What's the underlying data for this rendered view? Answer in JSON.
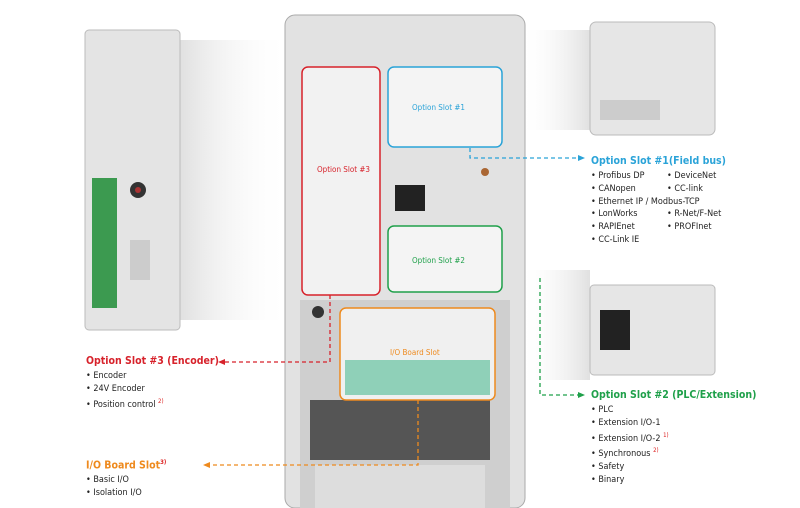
{
  "colors": {
    "slot1": "#2aa3d8",
    "slot2": "#1fa04a",
    "slot3": "#d7222b",
    "io": "#ee8a1e"
  },
  "device_labels": {
    "slot3": "Option Slot #3",
    "slot1": "Option Slot #1",
    "slot2": "Option Slot #2",
    "io": "I/O Board Slot"
  },
  "slot1": {
    "title": "Option Slot #1(Field bus)",
    "items": [
      "Profibus DP",
      "DeviceNet",
      "CANopen",
      "CC-link",
      "Ethernet IP / Modbus-TCP",
      "LonWorks",
      "R-Net/F-Net",
      "RAPIEnet",
      "PROFInet",
      "CC-Link IE"
    ]
  },
  "slot3": {
    "title": "Option Slot #3 (Encoder)",
    "items": [
      "Encoder",
      "24V Encoder",
      "Position control"
    ],
    "note": "2)"
  },
  "io": {
    "title": "I/O Board Slot",
    "note": "3)",
    "items": [
      "Basic I/O",
      "Isolation I/O"
    ]
  },
  "slot2": {
    "title": "Option Slot #2 (PLC/Extension)",
    "items": [
      "PLC",
      "Extension I/O-1",
      "Extension I/O-2",
      "Synchronous",
      "Safety",
      "Binary"
    ],
    "notes": {
      "ext2": "1)",
      "sync": "2)"
    }
  }
}
